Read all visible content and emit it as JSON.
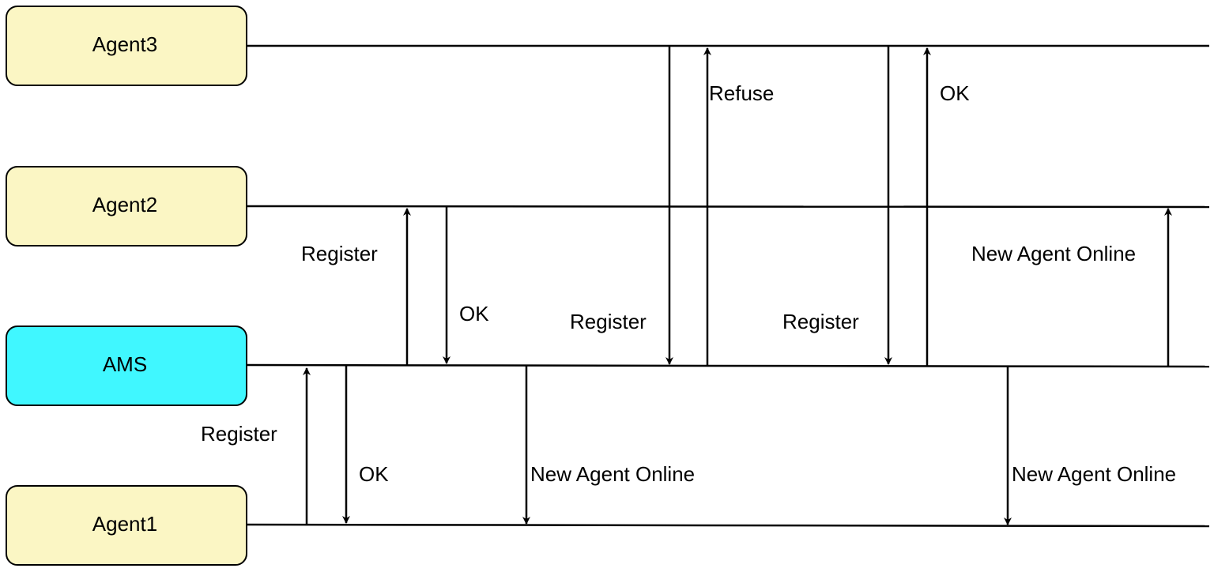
{
  "participants": {
    "agent3": {
      "label": "Agent3"
    },
    "agent2": {
      "label": "Agent2"
    },
    "ams": {
      "label": "AMS"
    },
    "agent1": {
      "label": "Agent1"
    }
  },
  "messages": {
    "a1_register": {
      "label": "Register",
      "from": "Agent1",
      "to": "AMS"
    },
    "ams_ok_a1": {
      "label": "OK",
      "from": "AMS",
      "to": "Agent1"
    },
    "a2_register": {
      "label": "Register",
      "from": "AMS",
      "to": "Agent2"
    },
    "a2_ok": {
      "label": "OK",
      "from": "Agent2",
      "to": "AMS"
    },
    "ams_new_agent_a1_first": {
      "label": "New Agent Online",
      "from": "AMS",
      "to": "Agent1"
    },
    "a3_register_first": {
      "label": "Register",
      "from": "Agent3",
      "to": "AMS"
    },
    "a3_refuse": {
      "label": "Refuse",
      "from": "AMS",
      "to": "Agent3"
    },
    "a3_register_second": {
      "label": "Register",
      "from": "Agent3",
      "to": "AMS"
    },
    "a3_ok": {
      "label": "OK",
      "from": "AMS",
      "to": "Agent3"
    },
    "ams_new_agent_a1_second": {
      "label": "New Agent Online",
      "from": "AMS",
      "to": "Agent1"
    },
    "ams_new_agent_a2": {
      "label": "New Agent Online",
      "from": "AMS",
      "to": "Agent2"
    }
  },
  "colors": {
    "agent_fill": "#fbf6c4",
    "ams_fill": "#40f7ff",
    "line": "#000000"
  }
}
